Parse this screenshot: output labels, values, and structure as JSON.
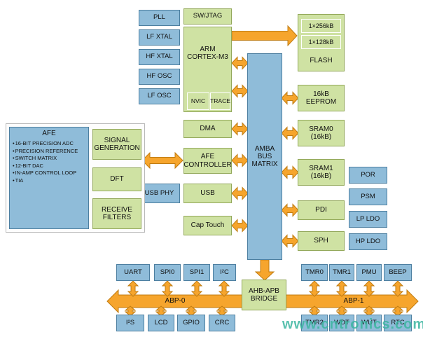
{
  "clocks": [
    "PLL",
    "LF XTAL",
    "HF XTAL",
    "HF OSC",
    "LF OSC"
  ],
  "core": {
    "sw_jtag": "SW/JTAG",
    "arm": "ARM CORTEX-M3",
    "nvic": "NVIC",
    "trace": "TRACE",
    "dma": "DMA",
    "afe_controller": "AFE CONTROLLER",
    "usb_phy": "USB PHY",
    "usb": "USB",
    "cap_touch": "Cap Touch",
    "bus_matrix": "AMBA BUS MATRIX"
  },
  "memory": {
    "flash_banks": [
      "1×256kB",
      "1×128kB"
    ],
    "flash": "FLASH",
    "eeprom": "16kB EEPROM",
    "sram0": "SRAM0 (16kB)",
    "sram1": "SRAM1 (16kB)",
    "pdi": "PDI",
    "sph": "SPH"
  },
  "power": [
    "POR",
    "PSM",
    "LP LDO",
    "HP LDO"
  ],
  "afe": {
    "title": "AFE",
    "features": [
      "16-BIT PRECISION ADC",
      "PRECISION REFERENCE",
      "SWITCH MATRIX",
      "12-BIT DAC",
      "IN-AMP CONTROL LOOP",
      "TIA"
    ],
    "signal_generation": "SIGNAL GENERATION",
    "dft": "DFT",
    "receive_filters": "RECEIVE FILTERS"
  },
  "bottom": {
    "bridge": "AHB-APB BRIDGE",
    "bus0": "ABP-0",
    "bus1": "ABP-1",
    "row1_left": [
      "UART",
      "SPI0",
      "SPI1",
      "I²C"
    ],
    "row1_right": [
      "TMR0",
      "TMR1",
      "PMU",
      "BEEP"
    ],
    "row2_left": [
      "I²S",
      "LCD",
      "GPIO",
      "CRC"
    ],
    "row2_right": [
      "TMR2",
      "WDT",
      "WUT",
      "RTC"
    ]
  },
  "watermark": "www.cntronics.com",
  "colors": {
    "block_blue": "#8fbcd9",
    "block_green": "#cfe2a3",
    "arrow_orange": "#f6a52d",
    "watermark_teal": "#3cb6a0"
  }
}
